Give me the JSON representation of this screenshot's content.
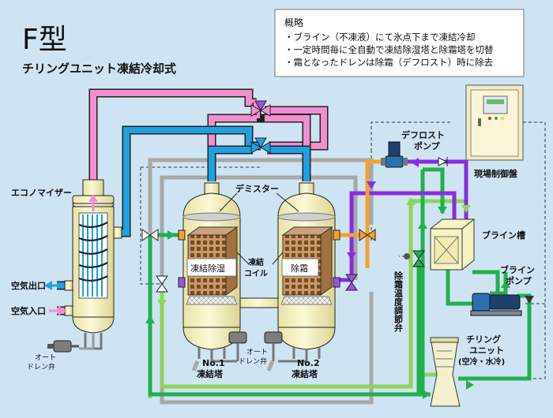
{
  "title": {
    "main": "F型",
    "sub": "チリングユニット凍結冷却式"
  },
  "summary": {
    "heading": "概略",
    "lines": [
      "・ブライン（不凍液）にて氷点下まで凍結冷却",
      "・一定時間毎に全自動で凍結除湿塔と除霜塔を切替",
      "・霜となったドレンは除霜（デフロスト）時に除去"
    ]
  },
  "labels": {
    "economizer": "エコノマイザー",
    "air_out": "空気出口",
    "air_in": "空気入口",
    "auto_drain_left_1": "オート",
    "auto_drain_left_2": "ドレン弁",
    "auto_drain_mid_1": "オート",
    "auto_drain_mid_2": "ドレン弁",
    "demister": "デミスター",
    "freeze_coil_1": "凍結",
    "freeze_coil_2": "コイル",
    "tower1_mode": "凍結除湿",
    "tower2_mode": "除霜",
    "tower1_name_1": "No.1",
    "tower1_name_2": "凍結塔",
    "tower2_name_1": "No.2",
    "tower2_name_2": "凍結塔",
    "defrost_pump_1": "デフロスト",
    "defrost_pump_2": "ポンプ",
    "control_panel": "現場制御盤",
    "brine_tank": "ブライン槽",
    "brine_pump_1": "ブライン",
    "brine_pump_2": "ポンプ",
    "defrost_valve": "除霜温度調節弁",
    "chiller_1": "チリング",
    "chiller_2": "ユニット",
    "chiller_3": "(空冷・水冷)"
  },
  "colors": {
    "background": "#cfe4f3",
    "pink": "#f28fcf",
    "blue": "#1fa0e0",
    "purple": "#8a2be2",
    "orange": "#f5a030",
    "green": "#22b14c",
    "lightgreen": "#8fd45a",
    "gray": "#a8a8a8",
    "tank": "#f7f3c2",
    "pipe_outline": "#222222"
  }
}
